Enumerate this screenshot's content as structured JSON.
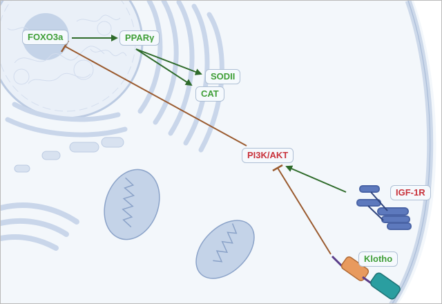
{
  "nodes": {
    "foxo3a": "FOXO3a",
    "ppary": "PPARγ",
    "sodii": "SODII",
    "cat": "CAT",
    "pi3k_akt": "PI3K/AKT",
    "igf1r": "IGF-1R",
    "klotho": "Klotho"
  },
  "colors": {
    "activation": "#2e6b2a",
    "inhibition": "#9a5a2e",
    "green_text": "#3e9e36",
    "red_text": "#c8313a",
    "organelle": "#c4d3e8",
    "organelle_edge": "#8aa2c8"
  },
  "edges": [
    {
      "from": "FOXO3a",
      "to": "PPARγ",
      "type": "activation"
    },
    {
      "from": "PPARγ",
      "to": "SODII",
      "type": "activation"
    },
    {
      "from": "PPARγ",
      "to": "CAT",
      "type": "activation"
    },
    {
      "from": "PI3K/AKT",
      "to": "FOXO3a",
      "type": "inhibition"
    },
    {
      "from": "IGF-1R",
      "to": "PI3K/AKT",
      "type": "activation"
    },
    {
      "from": "Klotho",
      "to": "PI3K/AKT",
      "type": "inhibition"
    }
  ]
}
